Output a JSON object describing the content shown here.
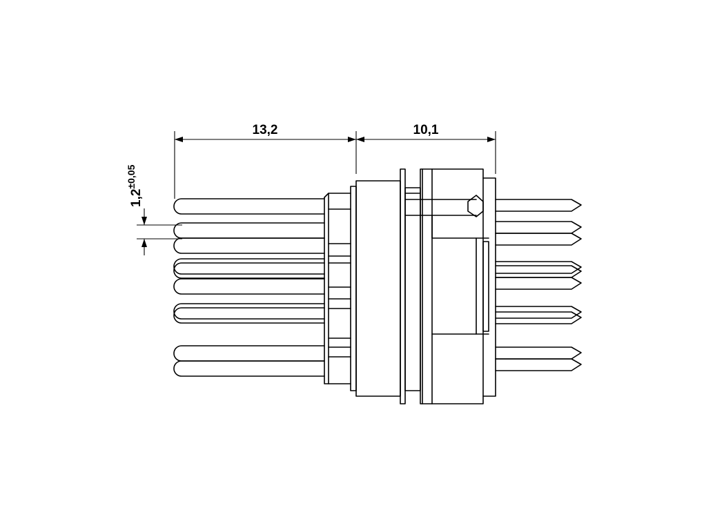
{
  "dimensions": {
    "left_length": "13,2",
    "right_length": "10,1",
    "pin_pitch": "1,2",
    "pin_pitch_tolerance": "±0,05"
  },
  "colors": {
    "line": "#000000",
    "background": "#ffffff"
  }
}
